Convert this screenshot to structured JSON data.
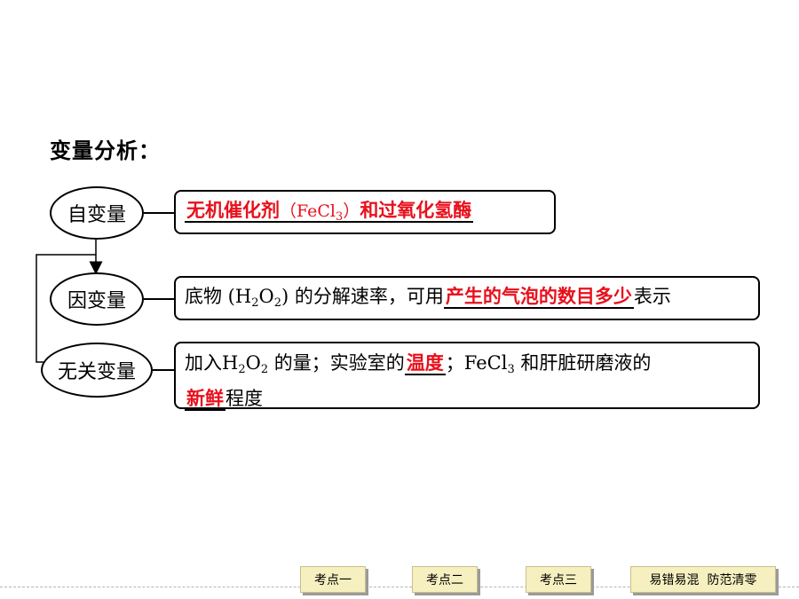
{
  "heading": "变量分析：",
  "diagram": {
    "independent": {
      "label": "自变量",
      "answer_p1": "无机催化剂",
      "answer_mid_a": "（FeCl",
      "answer_mid_sub": "3",
      "answer_mid_b": "）",
      "answer_p2": "和过氧化氢酶"
    },
    "dependent": {
      "label": "因变量",
      "text_a": "底物 (H",
      "sub_a": "2",
      "text_b": "O",
      "sub_b": "2",
      "text_c": ") 的分解速率，可用",
      "answer": "产生的气泡的数目多少",
      "text_d": "表示"
    },
    "controlled": {
      "label": "无关变量",
      "text_a": "加入H",
      "sub_a": "2",
      "text_b": "O",
      "sub_b": "2",
      "text_c": " 的量；实验室的",
      "answer1": "温度",
      "text_d": "；FeCl",
      "sub_c": "3",
      "text_e": " 和肝脏研磨液的",
      "answer2": "新鲜",
      "text_f": "程度"
    }
  },
  "nav": {
    "item1": "考点一",
    "item2": "考点二",
    "item3": "考点三",
    "item4": "易错易混  防范清零"
  }
}
